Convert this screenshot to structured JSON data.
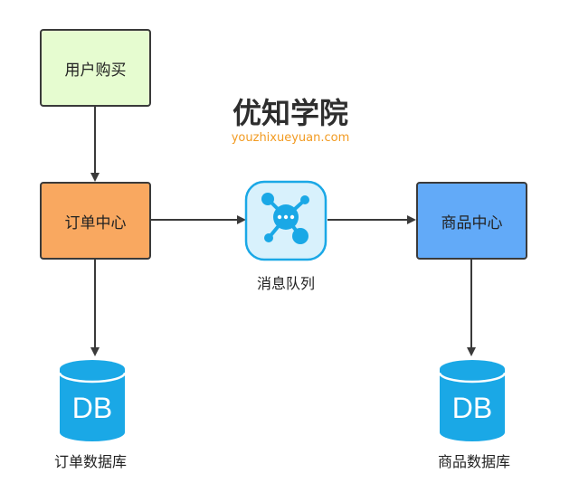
{
  "brand": {
    "title": "优知学院",
    "url": "youzhixueyuan.com"
  },
  "nodes": {
    "user_purchase": "用户购买",
    "order_center": "订单中心",
    "message_queue": "消息队列",
    "goods_center": "商品中心",
    "order_db": "订单数据库",
    "goods_db": "商品数据库"
  },
  "db_text": "DB",
  "colors": {
    "user_box": "#e6fcd0",
    "order_box": "#f9a860",
    "goods_box": "#62aaf8",
    "db_cylinder": "#1aa8e6",
    "mq_icon": "#1aa8e6",
    "brand_url": "#f29b22"
  },
  "icons": {
    "message_queue": "message-queue-icon"
  }
}
